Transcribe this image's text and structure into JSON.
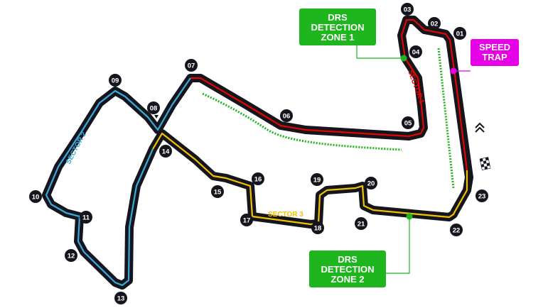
{
  "colors": {
    "track": "#15151e",
    "sector1": "#e10600",
    "sector2": "#3ba9d9",
    "sector3": "#f2c200",
    "drs": "#1fb51f",
    "speed_trap": "#e600e6",
    "turn_marker": "#15151e"
  },
  "drs_zone_1": {
    "line1": "DRS",
    "line2": "DETECTION",
    "line3": "ZONE 1"
  },
  "drs_zone_2": {
    "line1": "DRS",
    "line2": "DETECTION",
    "line3": "ZONE 2"
  },
  "speed_trap": {
    "line1": "SPEED",
    "line2": "TRAP"
  },
  "sectors": {
    "s1": "SECTOR 1",
    "s2": "SECTOR 2",
    "s3": "SECTOR 3"
  },
  "turns": [
    "01",
    "02",
    "03",
    "04",
    "05",
    "06",
    "07",
    "08",
    "09",
    "10",
    "11",
    "12",
    "13",
    "14",
    "15",
    "16",
    "17",
    "18",
    "19",
    "20",
    "21",
    "22",
    "23"
  ],
  "icons": {
    "start_finish": "chequered-flag-icon",
    "direction": "direction-chevrons-icon"
  }
}
